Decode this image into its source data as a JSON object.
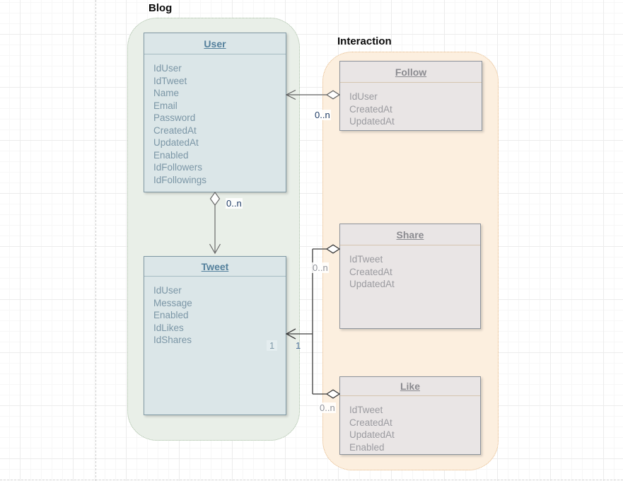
{
  "groups": {
    "blog": {
      "label": "Blog"
    },
    "interaction": {
      "label": "Interaction"
    }
  },
  "entities": {
    "user": {
      "title": "User",
      "attributes": [
        "IdUser",
        "IdTweet",
        "Name",
        "Email",
        "Password",
        "CreatedAt",
        "UpdatedAt",
        "Enabled",
        "IdFollowers",
        "IdFollowings"
      ]
    },
    "tweet": {
      "title": "Tweet",
      "attributes": [
        "IdUser",
        "Message",
        "Enabled",
        "IdLikes",
        "IdShares"
      ]
    },
    "follow": {
      "title": "Follow",
      "attributes": [
        "IdUser",
        "CreatedAt",
        "UpdatedAt"
      ]
    },
    "share": {
      "title": "Share",
      "attributes": [
        "IdTweet",
        "CreatedAt",
        "UpdatedAt"
      ]
    },
    "like": {
      "title": "Like",
      "attributes": [
        "IdTweet",
        "CreatedAt",
        "UpdatedAt",
        "Enabled"
      ]
    }
  },
  "connectors": {
    "user_follow": {
      "label": "0..n"
    },
    "user_tweet": {
      "label": "0..n"
    },
    "tweet_share": {
      "label": "0..n"
    },
    "tweet_like": {
      "label": "0..n"
    },
    "tweet_multiplicity_inner": "1",
    "tweet_multiplicity_outer": "1"
  },
  "colors": {
    "blue_entity_fill": "#dbe6e8",
    "blue_entity_border": "#7f98a4",
    "blue_entity_title": "#54809c",
    "blue_entity_text": "#7b96a6",
    "gray_entity_fill": "#e9e5e5",
    "gray_entity_border": "#8d939b",
    "gray_entity_title": "#8b8b90",
    "gray_entity_text": "#9b9ba0",
    "blog_group_fill": "#e9efe8",
    "blog_group_border": "#a9bfa5",
    "interaction_group_fill": "#fcefdf",
    "interaction_group_border": "#e5ba8a",
    "connector_stroke": "#555555",
    "label_navy": "#1e3c66",
    "label_gray": "#90939b"
  }
}
